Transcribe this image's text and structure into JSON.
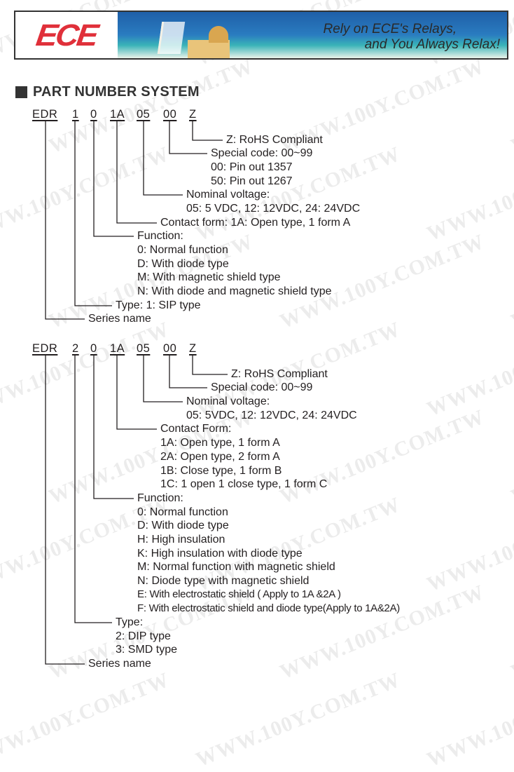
{
  "watermark": "WWW.100Y.COM.TW",
  "banner": {
    "logo_text": "ECE",
    "slogan_line1": "Rely on ECE's Relays,",
    "slogan_line2": "and You Always Relax!"
  },
  "section_title": "PART NUMBER SYSTEM",
  "diagram1": {
    "codes": [
      "EDR",
      "1",
      "0",
      "1A",
      "05",
      "00",
      "Z"
    ],
    "labels": [
      "Z: RoHS Compliant",
      "Special code: 00~99",
      "00: Pin out 1357",
      "50: Pin out 1267",
      "Nominal voltage:",
      "05: 5 VDC, 12: 12VDC, 24: 24VDC",
      "Contact form: 1A: Open type, 1 form A",
      "Function:",
      "0: Normal function",
      "D: With diode type",
      "M: With magnetic shield type",
      "N: With diode and magnetic shield type",
      "Type: 1: SIP type",
      "Series name"
    ]
  },
  "diagram2": {
    "codes": [
      "EDR",
      "2",
      "0",
      "1A",
      "05",
      "00",
      "Z"
    ],
    "labels": [
      "Z: RoHS Compliant",
      "Special code: 00~99",
      "Nominal voltage:",
      "05: 5VDC, 12: 12VDC, 24: 24VDC",
      "Contact Form:",
      "1A: Open type, 1 form A",
      "2A: Open type, 2 form A",
      "1B: Close type, 1 form B",
      "1C: 1 open 1 close type, 1 form C",
      "Function:",
      "0: Normal function",
      "D: With diode type",
      "H: High insulation",
      "K: High insulation with diode type",
      "M: Normal function with magnetic shield",
      "N: Diode type with magnetic shield",
      "E: With electrostatic shield ( Apply to 1A &2A )",
      "F: With electrostatic shield and diode type(Apply to 1A&2A)",
      "Type:",
      "2: DIP type",
      "3: SMD type",
      "Series name"
    ]
  }
}
